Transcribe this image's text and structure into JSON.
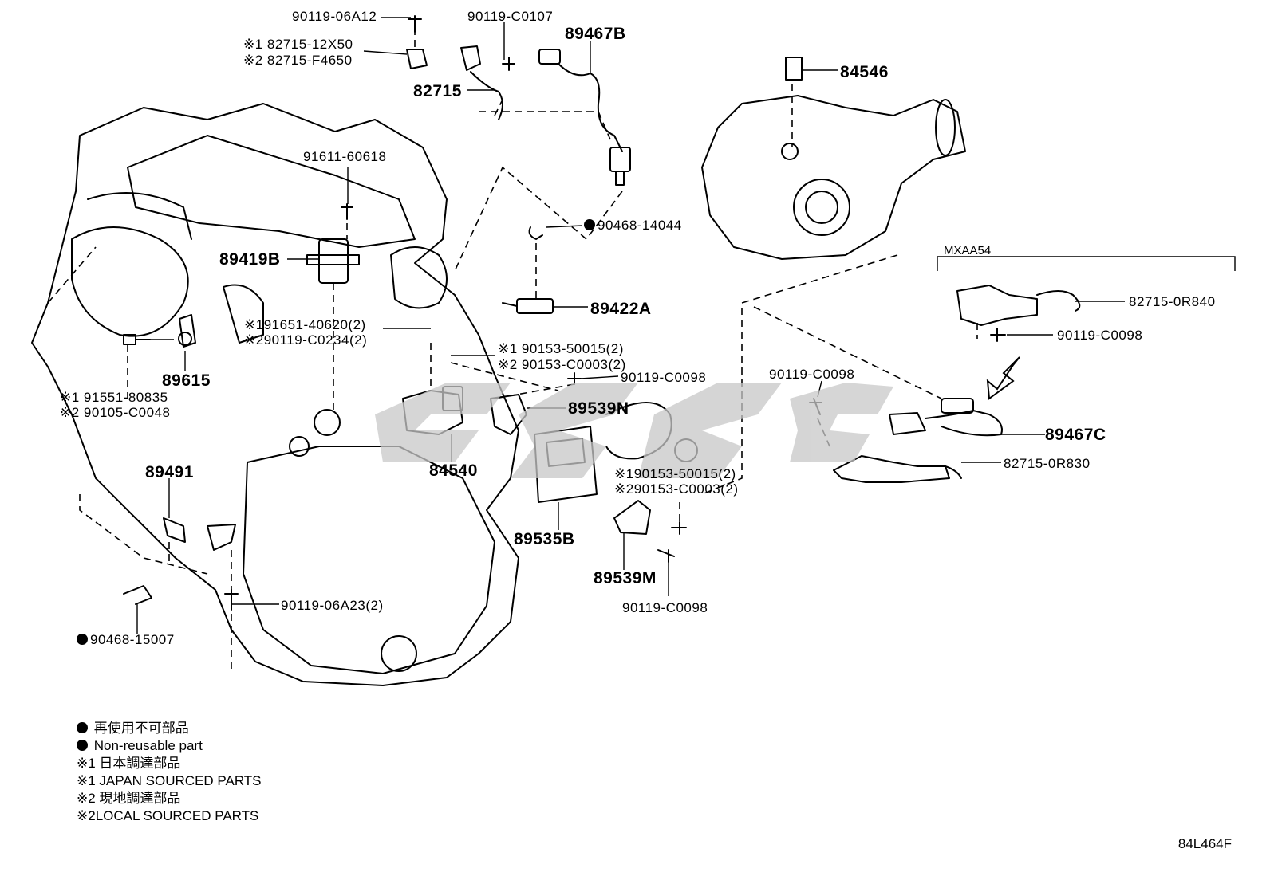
{
  "labels": {
    "p_90119_06A12": "90119-06A12",
    "p_82715_12X50": "※1 82715-12X50",
    "p_82715_F4650": "※2 82715-F4650",
    "p_90119_C0107": "90119-C0107",
    "p_89467B": "89467B",
    "p_82715": "82715",
    "p_84546": "84546",
    "p_91611_60618": "91611-60618",
    "p_90468_14044": "90468-14044",
    "p_89419B": "89419B",
    "p_89422A": "89422A",
    "p_191651_40620": "※191651-40620(2)",
    "p_290119_C0234": "※290119-C0234(2)",
    "p_190153_50015_a": "※1 90153-50015(2)",
    "p_290153_C0003_a": "※2 90153-C0003(2)",
    "p_90119_C0098_a": "90119-C0098",
    "p_90119_C0098_b": "90119-C0098",
    "p_89615": "89615",
    "p_191551_80835": "※1 91551-80835",
    "p_290105_C0048": "※2 90105-C0048",
    "p_89539N": "89539N",
    "p_89491": "89491",
    "p_84540": "84540",
    "p_190153_50015_b": "※190153-50015(2)",
    "p_290153_C0003_b": "※290153-C0003(2)",
    "p_89535B": "89535B",
    "p_89539M": "89539M",
    "p_90119_C0098_c": "90119-C0098",
    "p_90119_06A23": "90119-06A23(2)",
    "p_90468_15007": "90468-15007",
    "p_82715_0R840": "82715-0R840",
    "p_90119_C0098_d": "90119-C0098",
    "p_89467C": "89467C",
    "p_82715_0R830": "82715-0R830"
  },
  "variant_label": "MXAA54",
  "legend": {
    "line1": "再使用不可部品",
    "line2": "Non-reusable part",
    "line3": "※1 日本調達部品",
    "line4": "※1 JAPAN SOURCED PARTS",
    "line5": "※2 現地調達部品",
    "line6": "※2LOCAL SOURCED PARTS"
  },
  "figure_id": "84L464F",
  "colors": {
    "line": "#000000",
    "watermark": "#c8c8c8",
    "background": "#ffffff"
  }
}
